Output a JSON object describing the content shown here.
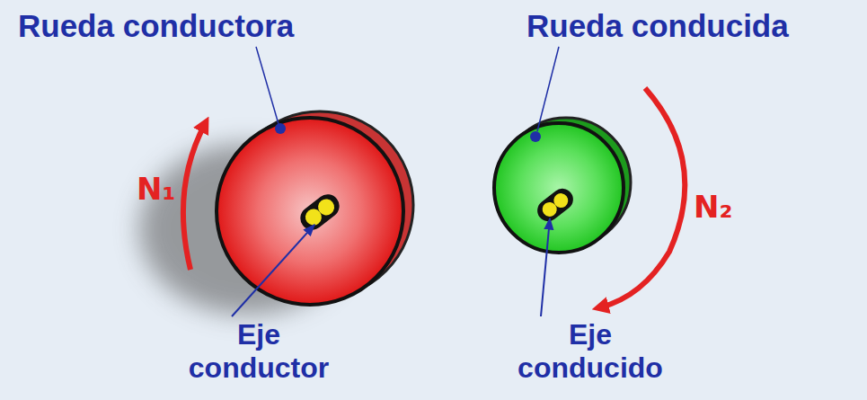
{
  "diagram": {
    "labels": [
      "Rueda conductora",
      "Rueda conducida",
      "N₁",
      "N₂",
      "Eje conductor",
      "Eje conducido"
    ]
  }
}
